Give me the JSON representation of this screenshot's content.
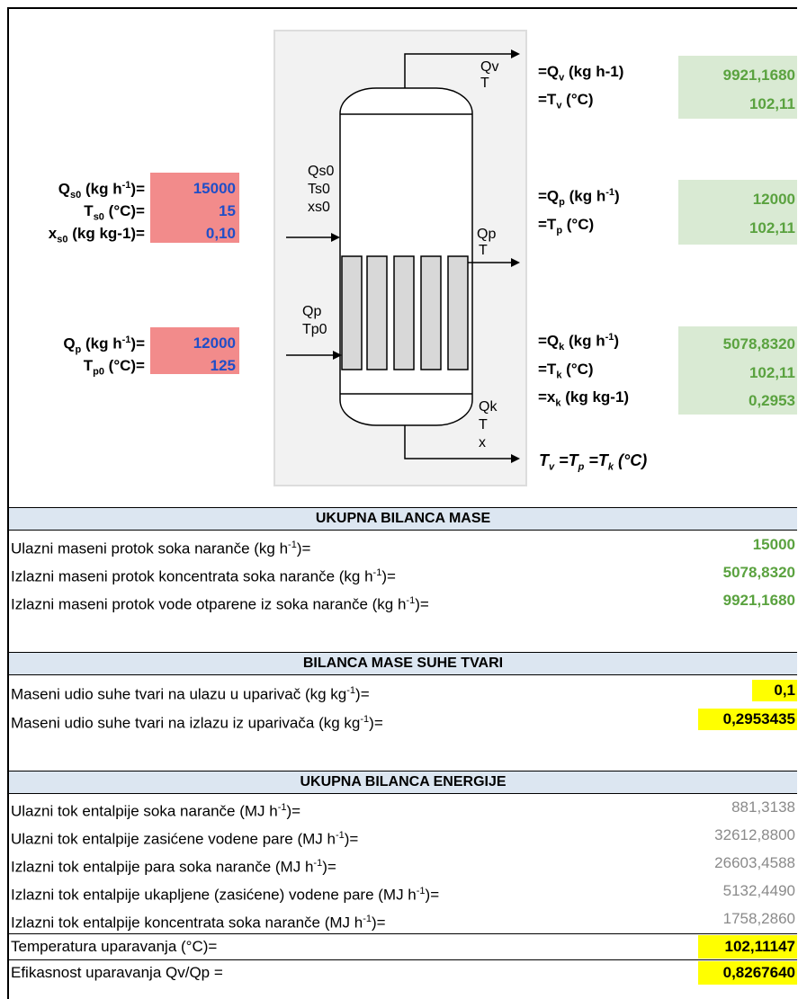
{
  "inputs": {
    "qs0_label": "Q",
    "qs0_sub": "s0",
    "qs0_unit_pre": " (kg h",
    "qs0_sup": "-1",
    "qs0_unit_post": ")=",
    "qs0_value": "15000",
    "ts0_label": "T",
    "ts0_sub": "s0",
    "ts0_unit": " (°C)=",
    "ts0_value": "15",
    "xs0_label": "x",
    "xs0_sub": "s0",
    "xs0_unit": " (kg kg-1)=",
    "xs0_value": "0,10",
    "qp_label": "Q",
    "qp_sub": "p",
    "qp_unit_pre": " (kg h",
    "qp_sup": "-1",
    "qp_unit_post": ")=",
    "qp_value": "12000",
    "tp0_label": "T",
    "tp0_sub": "p0",
    "tp0_unit": " (°C)=",
    "tp0_value": "125"
  },
  "diagram": {
    "qv": "Qv",
    "t_top": "T",
    "qs0": "Qs0",
    "ts0": "Ts0",
    "xs0": "xs0",
    "qp": "Qp",
    "t_mid": "T",
    "qp_in": "Qp",
    "tp0": "Tp0",
    "qk": "Qk",
    "t_bot": "T",
    "x": "x"
  },
  "outputs": {
    "qv_label": "=Q",
    "qv_sub": "v",
    "qv_unit": " (kg h-1)",
    "qv_value": "9921,1680",
    "tv_label": "=T",
    "tv_sub": "v",
    "tv_unit": " (°C)",
    "tv_value": "102,11",
    "qp_label": "=Q",
    "qp_sub": "p",
    "qp_unit_pre": " (kg h",
    "qp_sup": "-1",
    "qp_unit_post": ")",
    "qp_value": "12000",
    "tp_label": "=T",
    "tp_sub": "p",
    "tp_unit": " (°C)",
    "tp_value": "102,11",
    "qk_label": "=Q",
    "qk_sub": "k",
    "qk_unit_pre": " (kg h",
    "qk_sup": "-1",
    "qk_unit_post": ")",
    "qk_value": "5078,8320",
    "tk_label": "=T",
    "tk_sub": "k",
    "tk_unit": " (°C)",
    "tk_value": "102,11",
    "xk_label": "=x",
    "xk_sub": "k",
    "xk_unit": " (kg kg-1)",
    "xk_value": "0,2953",
    "equality": {
      "t1": "T",
      "s1": "v",
      "eq1": " =T",
      "s2": "p",
      "eq2": " =T",
      "s3": "k",
      "tail": "  (°C)"
    }
  },
  "mass_balance": {
    "title": "UKUPNA BILANCA MASE",
    "rows": [
      {
        "pre": "Ulazni maseni protok soka naranče (kg h",
        "sup": "-1",
        "post": ")=",
        "value": "15000"
      },
      {
        "pre": "Izlazni maseni protok koncentrata soka naranče (kg h",
        "sup": "-1",
        "post": ")=",
        "value": "5078,8320"
      },
      {
        "pre": "Izlazni maseni protok vode otparene iz soka naranče (kg h",
        "sup": "-1",
        "post": ")=",
        "value": "9921,1680"
      }
    ]
  },
  "dry_matter": {
    "title": "BILANCA MASE SUHE TVARI",
    "rows": [
      {
        "pre": "Maseni udio suhe tvari na ulazu u uparivač (kg kg",
        "sup": "-1",
        "post": ")=",
        "value": "0,1"
      },
      {
        "pre": "Maseni udio suhe tvari na izlazu iz uparivača (kg kg",
        "sup": "-1",
        "post": ")=",
        "value": "0,2953435"
      }
    ]
  },
  "energy": {
    "title": "UKUPNA BILANCA ENERGIJE",
    "rows": [
      {
        "pre": "Ulazni tok entalpije soka naranče (MJ h",
        "sup": "-1",
        "post": ")=",
        "value": "881,3138"
      },
      {
        "pre": "Ulazni tok entalpije zasićene vodene pare (MJ h",
        "sup": "-1",
        "post": ")=",
        "value": "32612,8800"
      },
      {
        "pre": "Izlazni tok entalpije para soka naranče (MJ h",
        "sup": "-1",
        "post": ")=",
        "value": "26603,4588"
      },
      {
        "pre": "Izlazni tok entalpije ukapljene (zasićene) vodene pare (MJ h",
        "sup": "-1",
        "post": ")=",
        "value": "5132,4490"
      },
      {
        "pre": "Izlazni tok entalpije koncentrata soka naranče (MJ h",
        "sup": "-1",
        "post": ")=",
        "value": "1758,2860"
      }
    ],
    "temp_label": "Temperatura uparavanja (°C)=",
    "temp_value": "102,11147",
    "eff_label": "Efikasnost uparavanja Qv/Qp =",
    "eff_value": "0,8267640"
  },
  "colors": {
    "input_fill": "#f28b8b",
    "input_text": "#1f4ec8",
    "output_fill": "#d9ead3",
    "output_text": "#5aa23f",
    "section_fill": "#dce6f1",
    "highlight": "#ffff00"
  }
}
